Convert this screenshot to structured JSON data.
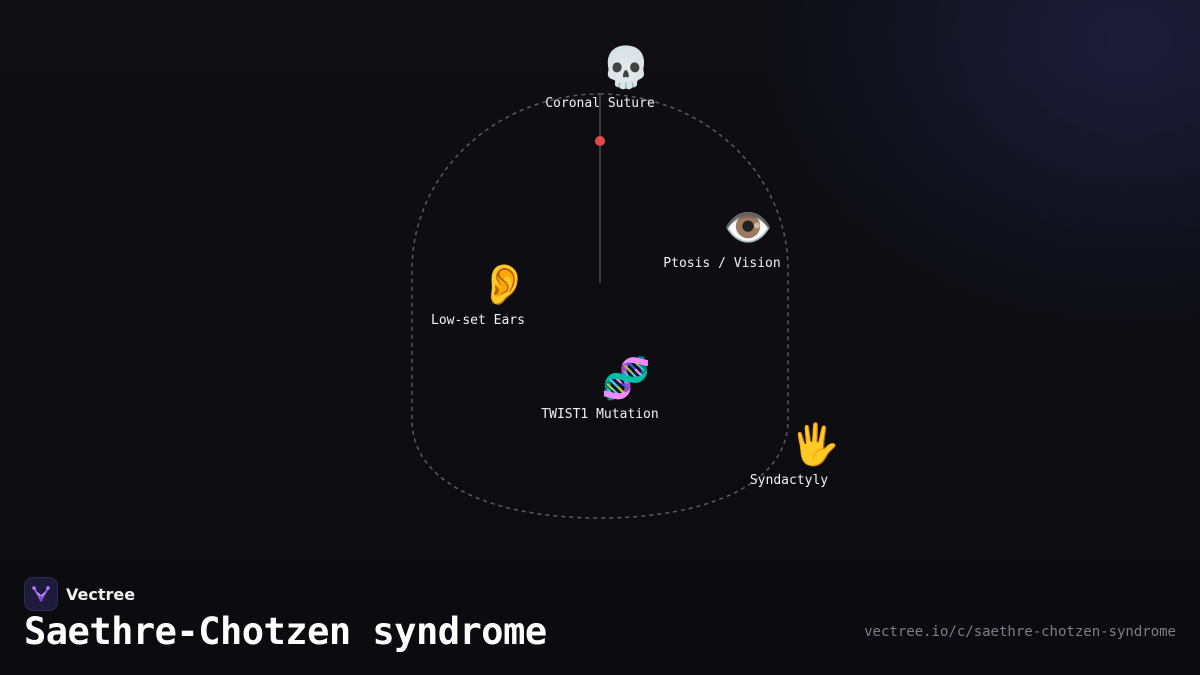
{
  "brand": {
    "name": "Vectree",
    "logo_icon": "vector-tree-logo-icon",
    "logo_bg": "#1d1a3a",
    "logo_accent": "#9b5cf0"
  },
  "title": "Saethre-Chotzen syndrome",
  "url": "vectree.io/c/saethre-chotzen-syndrome",
  "diagram": {
    "outline_color": "#5a5a66",
    "marker_color": "#e84848",
    "nodes": [
      {
        "id": "coronal",
        "label": "Coronal Suture",
        "icon": "skull-icon",
        "glyph": "💀"
      },
      {
        "id": "ptosis",
        "label": "Ptosis / Vision",
        "icon": "eye-icon",
        "glyph": "👁️"
      },
      {
        "id": "ears",
        "label": "Low-set Ears",
        "icon": "ear-icon",
        "glyph": "👂"
      },
      {
        "id": "twist1",
        "label": "TWIST1 Mutation",
        "icon": "dna-icon",
        "glyph": "🧬"
      },
      {
        "id": "syndactyly",
        "label": "Syndactyly",
        "icon": "hand-icon",
        "glyph": "🖐️"
      }
    ]
  }
}
